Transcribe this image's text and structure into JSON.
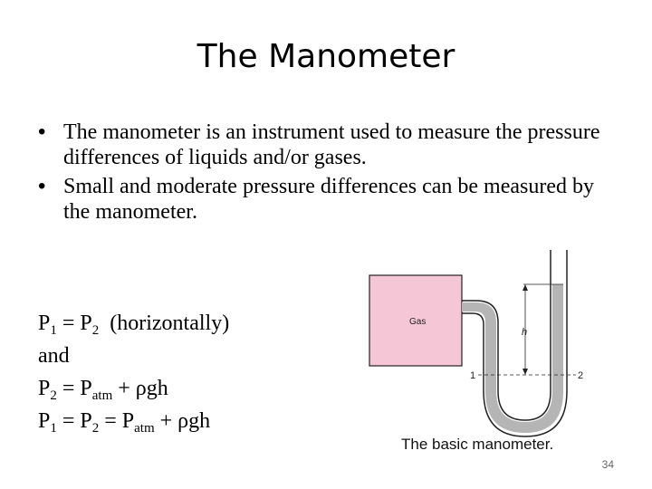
{
  "slide": {
    "title": "The Manometer",
    "bullet_symbol": "•",
    "bullets": [
      "The manometer is an instrument used to measure the pressure differences of liquids and/or gases.",
      "Small and moderate pressure differences can be measured by the manometer."
    ],
    "page_number": "34"
  },
  "equations": {
    "line1": {
      "a": "P",
      "a_sub": "1",
      "mid": " = P",
      "mid_sub": "2",
      "tail": "  (horizontally)"
    },
    "line2": {
      "text": "and"
    },
    "line3": {
      "a": "P",
      "a_sub": "2",
      "mid": " = P",
      "mid_sub": "atm",
      "tail": " + ρgh"
    },
    "line4": {
      "a": "P",
      "a_sub": "1",
      "b": " = P",
      "b_sub": "2",
      "mid": " = P",
      "mid_sub": "atm",
      "tail": " + ρgh"
    }
  },
  "figure": {
    "gas_label": "Gas",
    "height_label": "h",
    "point1_label": "1",
    "point2_label": "2",
    "caption": "The basic manometer.",
    "colors": {
      "gas": "#f5c6d6",
      "fluid": "#b5b5b5",
      "outline": "#222222"
    }
  }
}
